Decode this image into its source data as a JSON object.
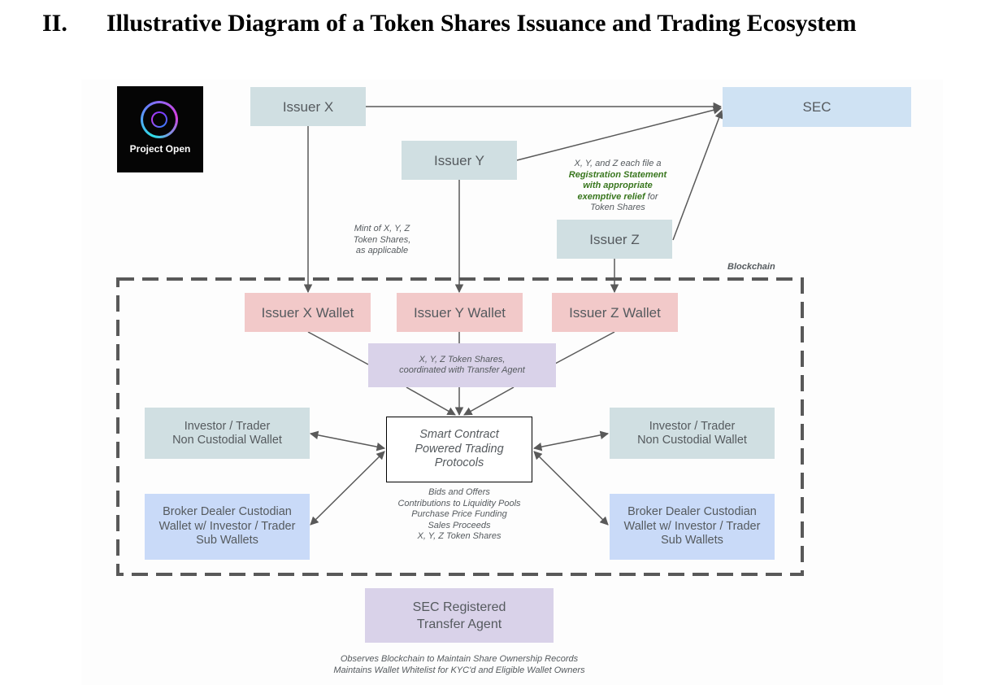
{
  "heading": {
    "number": "II.",
    "title": "Illustrative Diagram of a Token Shares Issuance and Trading Ecosystem"
  },
  "logo": {
    "icon": "concentric-rings-icon",
    "label": "Project Open"
  },
  "nodes": {
    "issuer_x": "Issuer X",
    "issuer_y": "Issuer Y",
    "issuer_z": "Issuer Z",
    "sec": "SEC",
    "issuer_x_wallet": "Issuer X Wallet",
    "issuer_y_wallet": "Issuer Y Wallet",
    "issuer_z_wallet": "Issuer Z Wallet",
    "token_shares": {
      "line1": "X, Y, Z Token Shares,",
      "line2": "coordinated with Transfer Agent"
    },
    "smart_contract": {
      "line1": "Smart Contract",
      "line2": "Powered Trading",
      "line3": "Protocols"
    },
    "investor_left": {
      "line1": "Investor / Trader",
      "line2": "Non Custodial Wallet"
    },
    "investor_right": {
      "line1": "Investor / Trader",
      "line2": "Non Custodial Wallet"
    },
    "broker_left": {
      "line1": "Broker Dealer Custodian",
      "line2": "Wallet w/ Investor / Trader",
      "line3": "Sub Wallets"
    },
    "broker_right": {
      "line1": "Broker Dealer Custodian",
      "line2": "Wallet w/ Investor / Trader",
      "line3": "Sub Wallets"
    },
    "transfer_agent": {
      "line1": "SEC Registered",
      "line2": "Transfer Agent"
    }
  },
  "notes": {
    "mint": {
      "line1": "Mint of X, Y, Z",
      "line2": "Token Shares,",
      "line3": "as applicable"
    },
    "registration": {
      "prefix": "X, Y, and Z each file a",
      "bold1": "Registration Statement",
      "bold2": "with appropriate",
      "bold3": "exemptive relief",
      "suffix": " for",
      "line_last": "Token Shares"
    },
    "blockchain_label": "Blockchain",
    "flows": [
      "Bids and Offers",
      "Contributions to Liquidity Pools",
      "Purchase Price Funding",
      "Sales Proceeds",
      "X, Y, Z Token Shares"
    ],
    "transfer_agent_roles": [
      "Observes Blockchain to Maintain Share Ownership Records",
      "Maintains Wallet Whitelist for KYC'd and Eligible Wallet Owners"
    ]
  },
  "colors": {
    "issuer_fill": "#d0dfe2",
    "sec_fill": "#cfe2f3",
    "wallet_fill": "#f2c9c9",
    "agent_fill": "#d9d2e9",
    "broker_fill": "#c9daf8",
    "highlight_green": "#38761d",
    "line": "#595959"
  }
}
